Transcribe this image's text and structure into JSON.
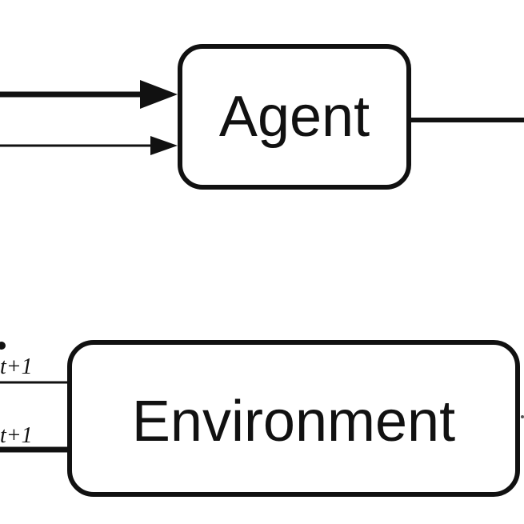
{
  "diagram": {
    "agent_label": "Agent",
    "environment_label": "Environment",
    "upper_subscript": "t+1",
    "lower_subscript": "t+1",
    "stroke_color": "#111111",
    "background_color": "#ffffff"
  }
}
